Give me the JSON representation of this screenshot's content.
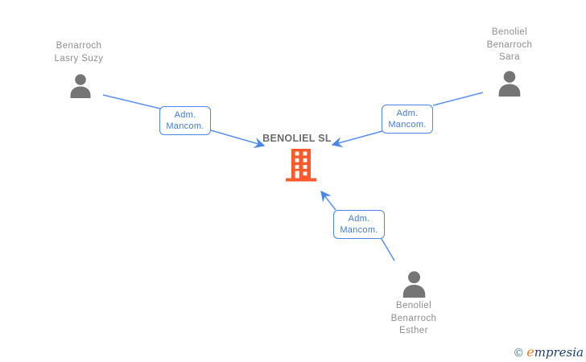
{
  "diagram": {
    "company": {
      "label": "BENOLIEL SL",
      "icon": "building-icon"
    },
    "people": {
      "suzy": {
        "line1": "Benarroch",
        "line2": "Lasry Suzy"
      },
      "sara": {
        "line1": "Benoliel",
        "line2": "Benarroch",
        "line3": "Sara"
      },
      "esther": {
        "line1": "Benoliel",
        "line2": "Benarroch",
        "line3": "Esther"
      }
    },
    "relations": {
      "suzy_to_company": {
        "line1": "Adm.",
        "line2": "Mancom."
      },
      "sara_to_company": {
        "line1": "Adm.",
        "line2": "Mancom."
      },
      "esther_to_company": {
        "line1": "Adm.",
        "line2": "Mancom."
      }
    }
  },
  "watermark": {
    "copyright": "©",
    "brand_initial": "e",
    "brand_rest": "mpresia"
  },
  "colors": {
    "edge_blue": "#5b8ff2",
    "box_border_blue": "#4a86e8",
    "box_text_blue": "#3f7de0",
    "building_orange": "#ff5a2b",
    "person_gray": "#757575",
    "name_text_gray": "#8f8f8f",
    "company_text_gray": "#6b6b6b",
    "brand_orange": "#ee7c25",
    "brand_navy": "#1f3f6e",
    "copyright_teal": "#4a7d92"
  }
}
